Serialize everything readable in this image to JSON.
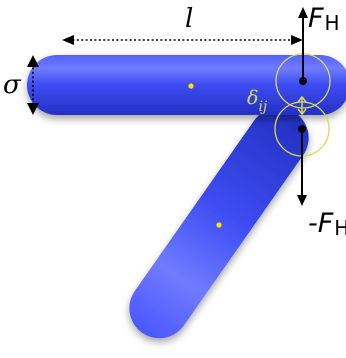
{
  "labels": {
    "length": "l",
    "diameter": "σ",
    "force_top_main": "F",
    "force_top_sub": "H",
    "force_bottom_main": "-F",
    "force_bottom_sub": "H",
    "gap_main": "δ",
    "gap_sub": "ij"
  },
  "colors": {
    "rod_fill": "#3d4cf2",
    "rod_highlight": "#6c79ff",
    "rod_shadow": "#1d24a8",
    "center_dot": "#ffe300",
    "circle_stroke": "#d8db55",
    "gap_label": "#d8db55",
    "arrow": "#000000"
  }
}
